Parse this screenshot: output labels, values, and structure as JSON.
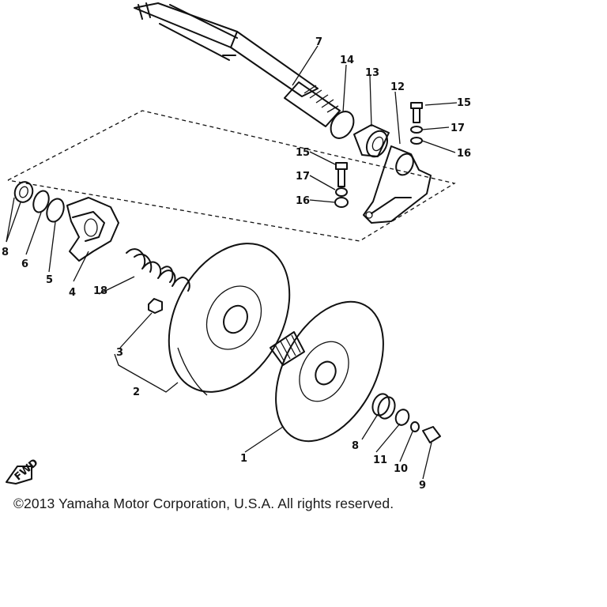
{
  "copyright": "©2013 Yamaha Motor Corporation, U.S.A. All rights reserved.",
  "forward_arrow": {
    "label": "FWD",
    "icon": "fwd-arrow-icon"
  },
  "callouts": {
    "c1": "1",
    "c2": "2",
    "c3": "3",
    "c4": "4",
    "c5": "5",
    "c6": "6",
    "c7": "7",
    "c8a": "8",
    "c8b": "8",
    "c9": "9",
    "c10": "10",
    "c11": "11",
    "c12": "12",
    "c13": "13",
    "c14": "14",
    "c15a": "15",
    "c15b": "15",
    "c16a": "16",
    "c16b": "16",
    "c17a": "17",
    "c17b": "17",
    "c18": "18"
  }
}
